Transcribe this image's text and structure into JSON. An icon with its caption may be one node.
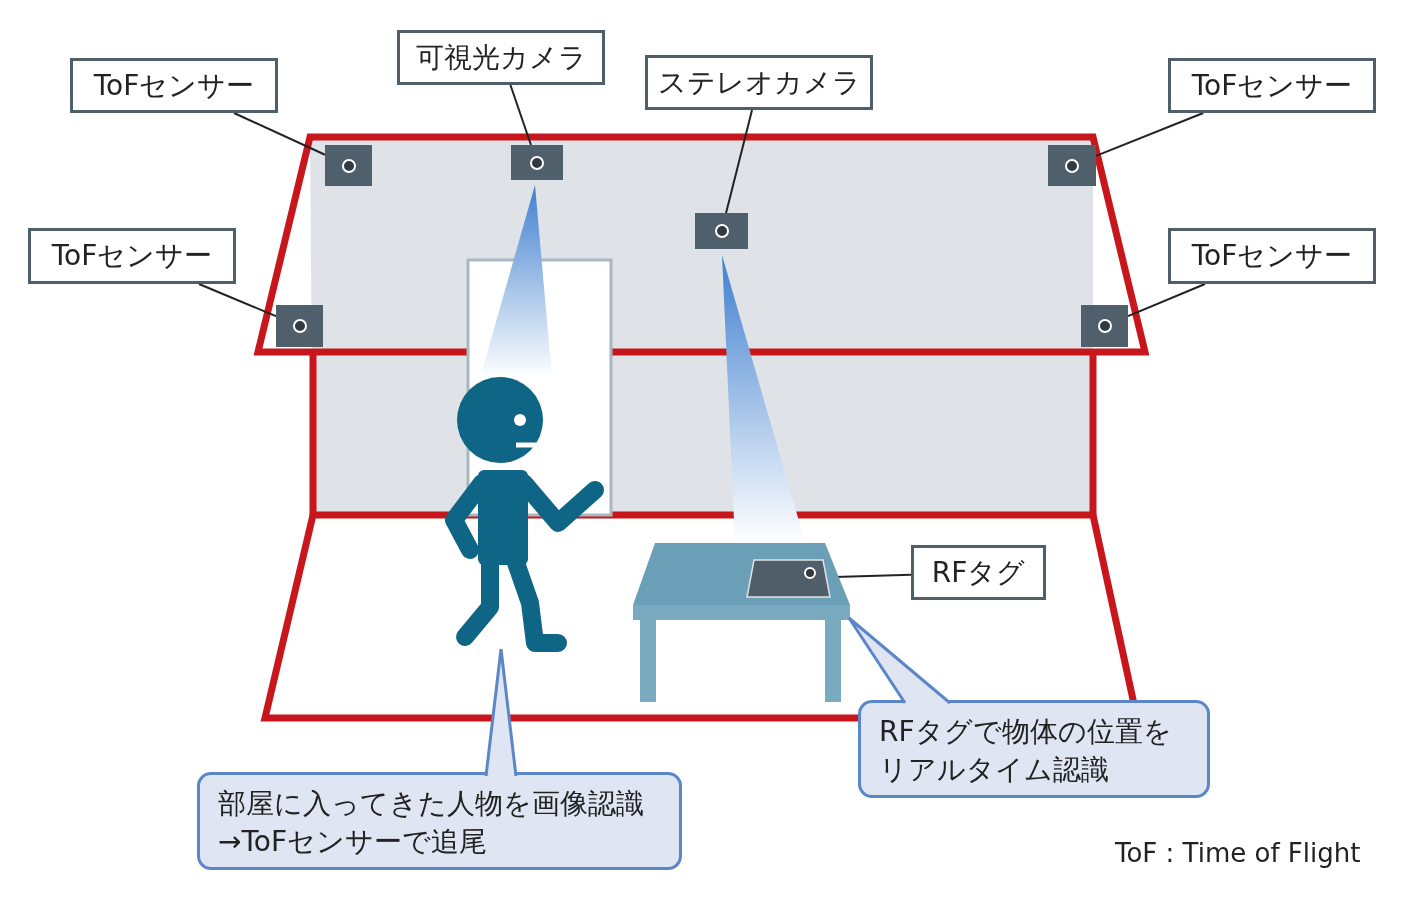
{
  "diagram": {
    "nodes": [
      {
        "text": [
          "ToFセンサー"
        ]
      },
      {
        "text": [
          "可視光カメラ"
        ]
      },
      {
        "text": [
          "ステレオカメラ"
        ]
      },
      {
        "text": [
          "ToFセンサー"
        ]
      },
      {
        "text": [
          "ToFセンサー"
        ]
      },
      {
        "text": [
          "ToFセンサー"
        ]
      },
      {
        "text": [
          "RFタグ"
        ]
      },
      {
        "text": [
          "部屋に入ってきた人物を画像認識→ToFセンサーで追尾"
        ]
      },
      {
        "text": [
          "RFタグで物体の位置をリアルタイム認識"
        ]
      },
      {
        "text": [],
        "shape": "box"
      },
      {
        "text": [],
        "shape": "box"
      },
      {
        "text": [],
        "shape": "box"
      },
      {
        "text": [],
        "shape": "box"
      },
      {
        "text": [],
        "shape": "box"
      },
      {
        "text": [],
        "shape": "box"
      },
      {
        "text": [],
        "shape": "box",
        "in": 17
      },
      {
        "text": [],
        "shape": "person"
      },
      {
        "text": [],
        "shape": "picture"
      }
    ],
    "edges": [
      {
        "from": 0,
        "to": 9,
        "arrow": "none"
      },
      {
        "from": 1,
        "to": 10,
        "arrow": "none"
      },
      {
        "from": 2,
        "to": 11,
        "arrow": "none"
      },
      {
        "from": 3,
        "to": 12,
        "arrow": "none"
      },
      {
        "from": 4,
        "to": 13,
        "arrow": "none"
      },
      {
        "from": 5,
        "to": 14,
        "arrow": "none"
      },
      {
        "from": 6,
        "to": 15,
        "arrow": "none"
      },
      {
        "from": 7,
        "to": 16,
        "arrow": "none",
        "color": "#5b87c8"
      },
      {
        "from": 8,
        "to": 17,
        "arrow": "none",
        "color": "#5b87c8"
      }
    ],
    "labels": [
      "ToF : Time of Flight"
    ]
  }
}
